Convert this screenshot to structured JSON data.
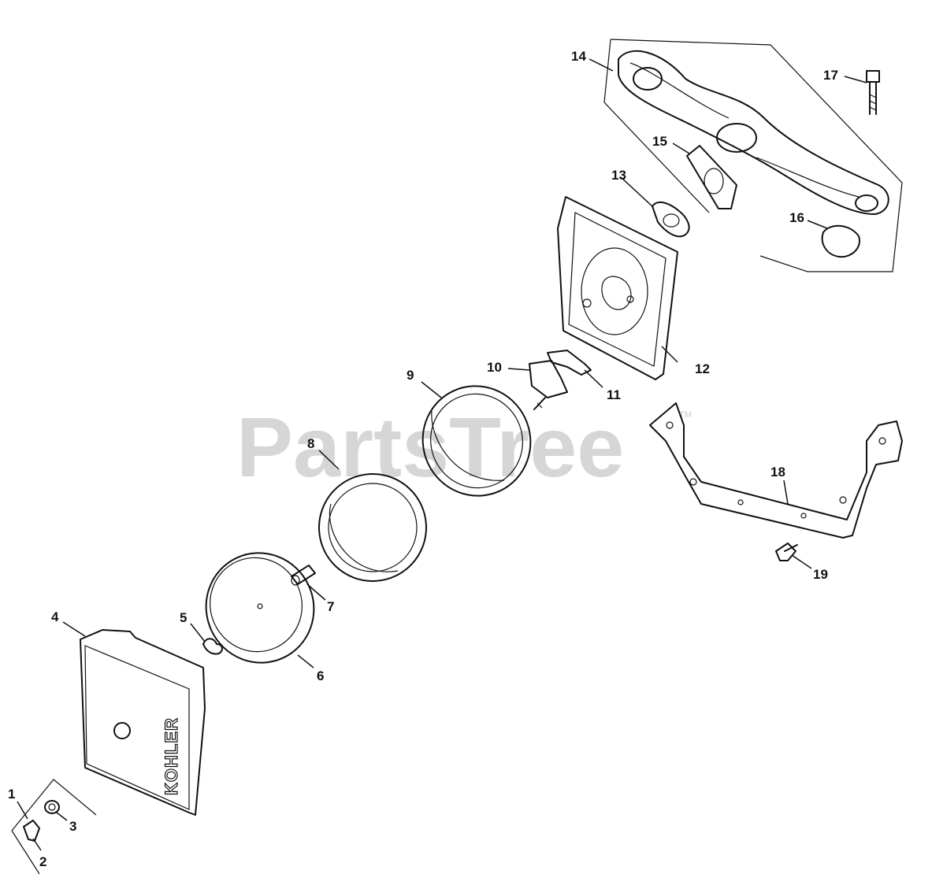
{
  "watermark": {
    "text": "PartsTree",
    "mark": "TM"
  },
  "brand_on_cover": "KOHLER",
  "callouts": [
    "1",
    "2",
    "3",
    "4",
    "5",
    "6",
    "7",
    "8",
    "9",
    "10",
    "11",
    "12",
    "13",
    "14",
    "15",
    "16",
    "17",
    "18",
    "19"
  ]
}
